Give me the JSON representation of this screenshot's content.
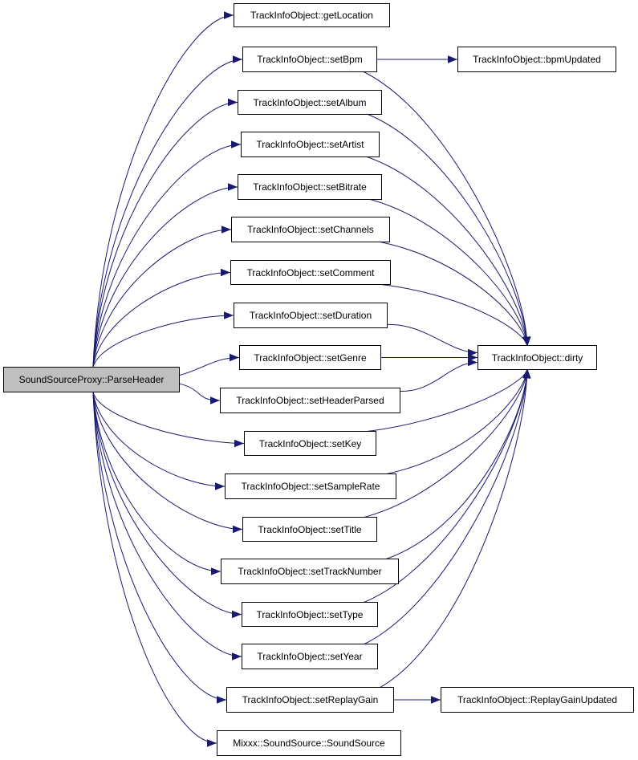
{
  "graph": {
    "root": "SoundSourceProxy::ParseHeader",
    "nodes": {
      "root": "SoundSourceProxy::ParseHeader",
      "getLocation": "TrackInfoObject::getLocation",
      "setBpm": "TrackInfoObject::setBpm",
      "bpmUpdated": "TrackInfoObject::bpmUpdated",
      "setAlbum": "TrackInfoObject::setAlbum",
      "setArtist": "TrackInfoObject::setArtist",
      "setBitrate": "TrackInfoObject::setBitrate",
      "setChannels": "TrackInfoObject::setChannels",
      "setComment": "TrackInfoObject::setComment",
      "setDuration": "TrackInfoObject::setDuration",
      "setGenre": "TrackInfoObject::setGenre",
      "dirty": "TrackInfoObject::dirty",
      "setHeaderParsed": "TrackInfoObject::setHeaderParsed",
      "setKey": "TrackInfoObject::setKey",
      "setSampleRate": "TrackInfoObject::setSampleRate",
      "setTitle": "TrackInfoObject::setTitle",
      "setTrackNumber": "TrackInfoObject::setTrackNumber",
      "setType": "TrackInfoObject::setType",
      "setYear": "TrackInfoObject::setYear",
      "setReplayGain": "TrackInfoObject::setReplayGain",
      "ReplayGainUpdated": "TrackInfoObject::ReplayGainUpdated",
      "SoundSource": "Mixxx::SoundSource::SoundSource"
    },
    "edges": [
      [
        "root",
        "getLocation"
      ],
      [
        "root",
        "setBpm"
      ],
      [
        "root",
        "setAlbum"
      ],
      [
        "root",
        "setArtist"
      ],
      [
        "root",
        "setBitrate"
      ],
      [
        "root",
        "setChannels"
      ],
      [
        "root",
        "setComment"
      ],
      [
        "root",
        "setDuration"
      ],
      [
        "root",
        "setGenre"
      ],
      [
        "root",
        "setHeaderParsed"
      ],
      [
        "root",
        "setKey"
      ],
      [
        "root",
        "setSampleRate"
      ],
      [
        "root",
        "setTitle"
      ],
      [
        "root",
        "setTrackNumber"
      ],
      [
        "root",
        "setType"
      ],
      [
        "root",
        "setYear"
      ],
      [
        "root",
        "setReplayGain"
      ],
      [
        "root",
        "SoundSource"
      ],
      [
        "setBpm",
        "bpmUpdated"
      ],
      [
        "setBpm",
        "dirty"
      ],
      [
        "setAlbum",
        "dirty"
      ],
      [
        "setArtist",
        "dirty"
      ],
      [
        "setBitrate",
        "dirty"
      ],
      [
        "setChannels",
        "dirty"
      ],
      [
        "setComment",
        "dirty"
      ],
      [
        "setDuration",
        "dirty"
      ],
      [
        "setGenre",
        "dirty"
      ],
      [
        "setHeaderParsed",
        "dirty"
      ],
      [
        "setKey",
        "dirty"
      ],
      [
        "setSampleRate",
        "dirty"
      ],
      [
        "setTitle",
        "dirty"
      ],
      [
        "setTrackNumber",
        "dirty"
      ],
      [
        "setType",
        "dirty"
      ],
      [
        "setYear",
        "dirty"
      ],
      [
        "setReplayGain",
        "dirty"
      ],
      [
        "setReplayGain",
        "ReplayGainUpdated"
      ]
    ],
    "colors": {
      "edge": "#191970",
      "root_fill": "#bfbfbf",
      "node_fill": "#ffffff",
      "node_border": "#000000"
    }
  }
}
